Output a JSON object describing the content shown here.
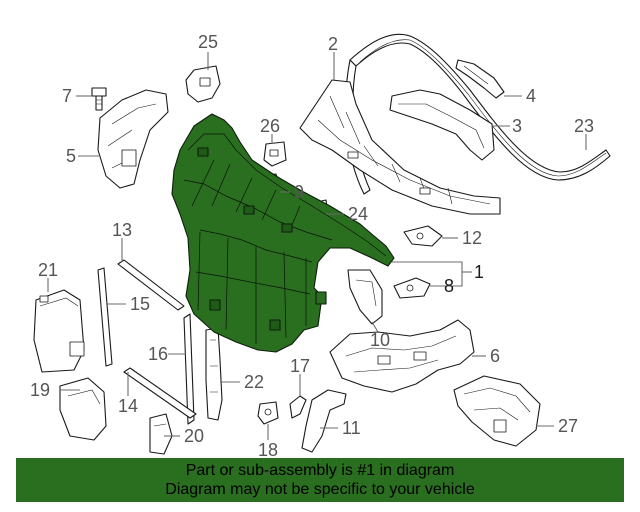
{
  "colors": {
    "highlight": "#2a6e1f",
    "footer_background": "#2a6e1f",
    "line": "#1a1a1a",
    "callout_text": "#555555"
  },
  "callouts": {
    "c1": "1",
    "c2": "2",
    "c3": "3",
    "c4": "4",
    "c5": "5",
    "c6": "6",
    "c7": "7",
    "c8": "8",
    "c9": "9",
    "c10": "10",
    "c11": "11",
    "c12": "12",
    "c13": "13",
    "c14": "14",
    "c15": "15",
    "c16": "16",
    "c17": "17",
    "c18": "18",
    "c19": "19",
    "c20": "20",
    "c21": "21",
    "c22": "22",
    "c23": "23",
    "c24": "24",
    "c25": "25",
    "c26": "26",
    "c27": "27"
  },
  "highlighted_part": "1",
  "footer": {
    "line1": "Part or sub-assembly is #1 in diagram",
    "line2": "Diagram may not be specific to your vehicle"
  }
}
